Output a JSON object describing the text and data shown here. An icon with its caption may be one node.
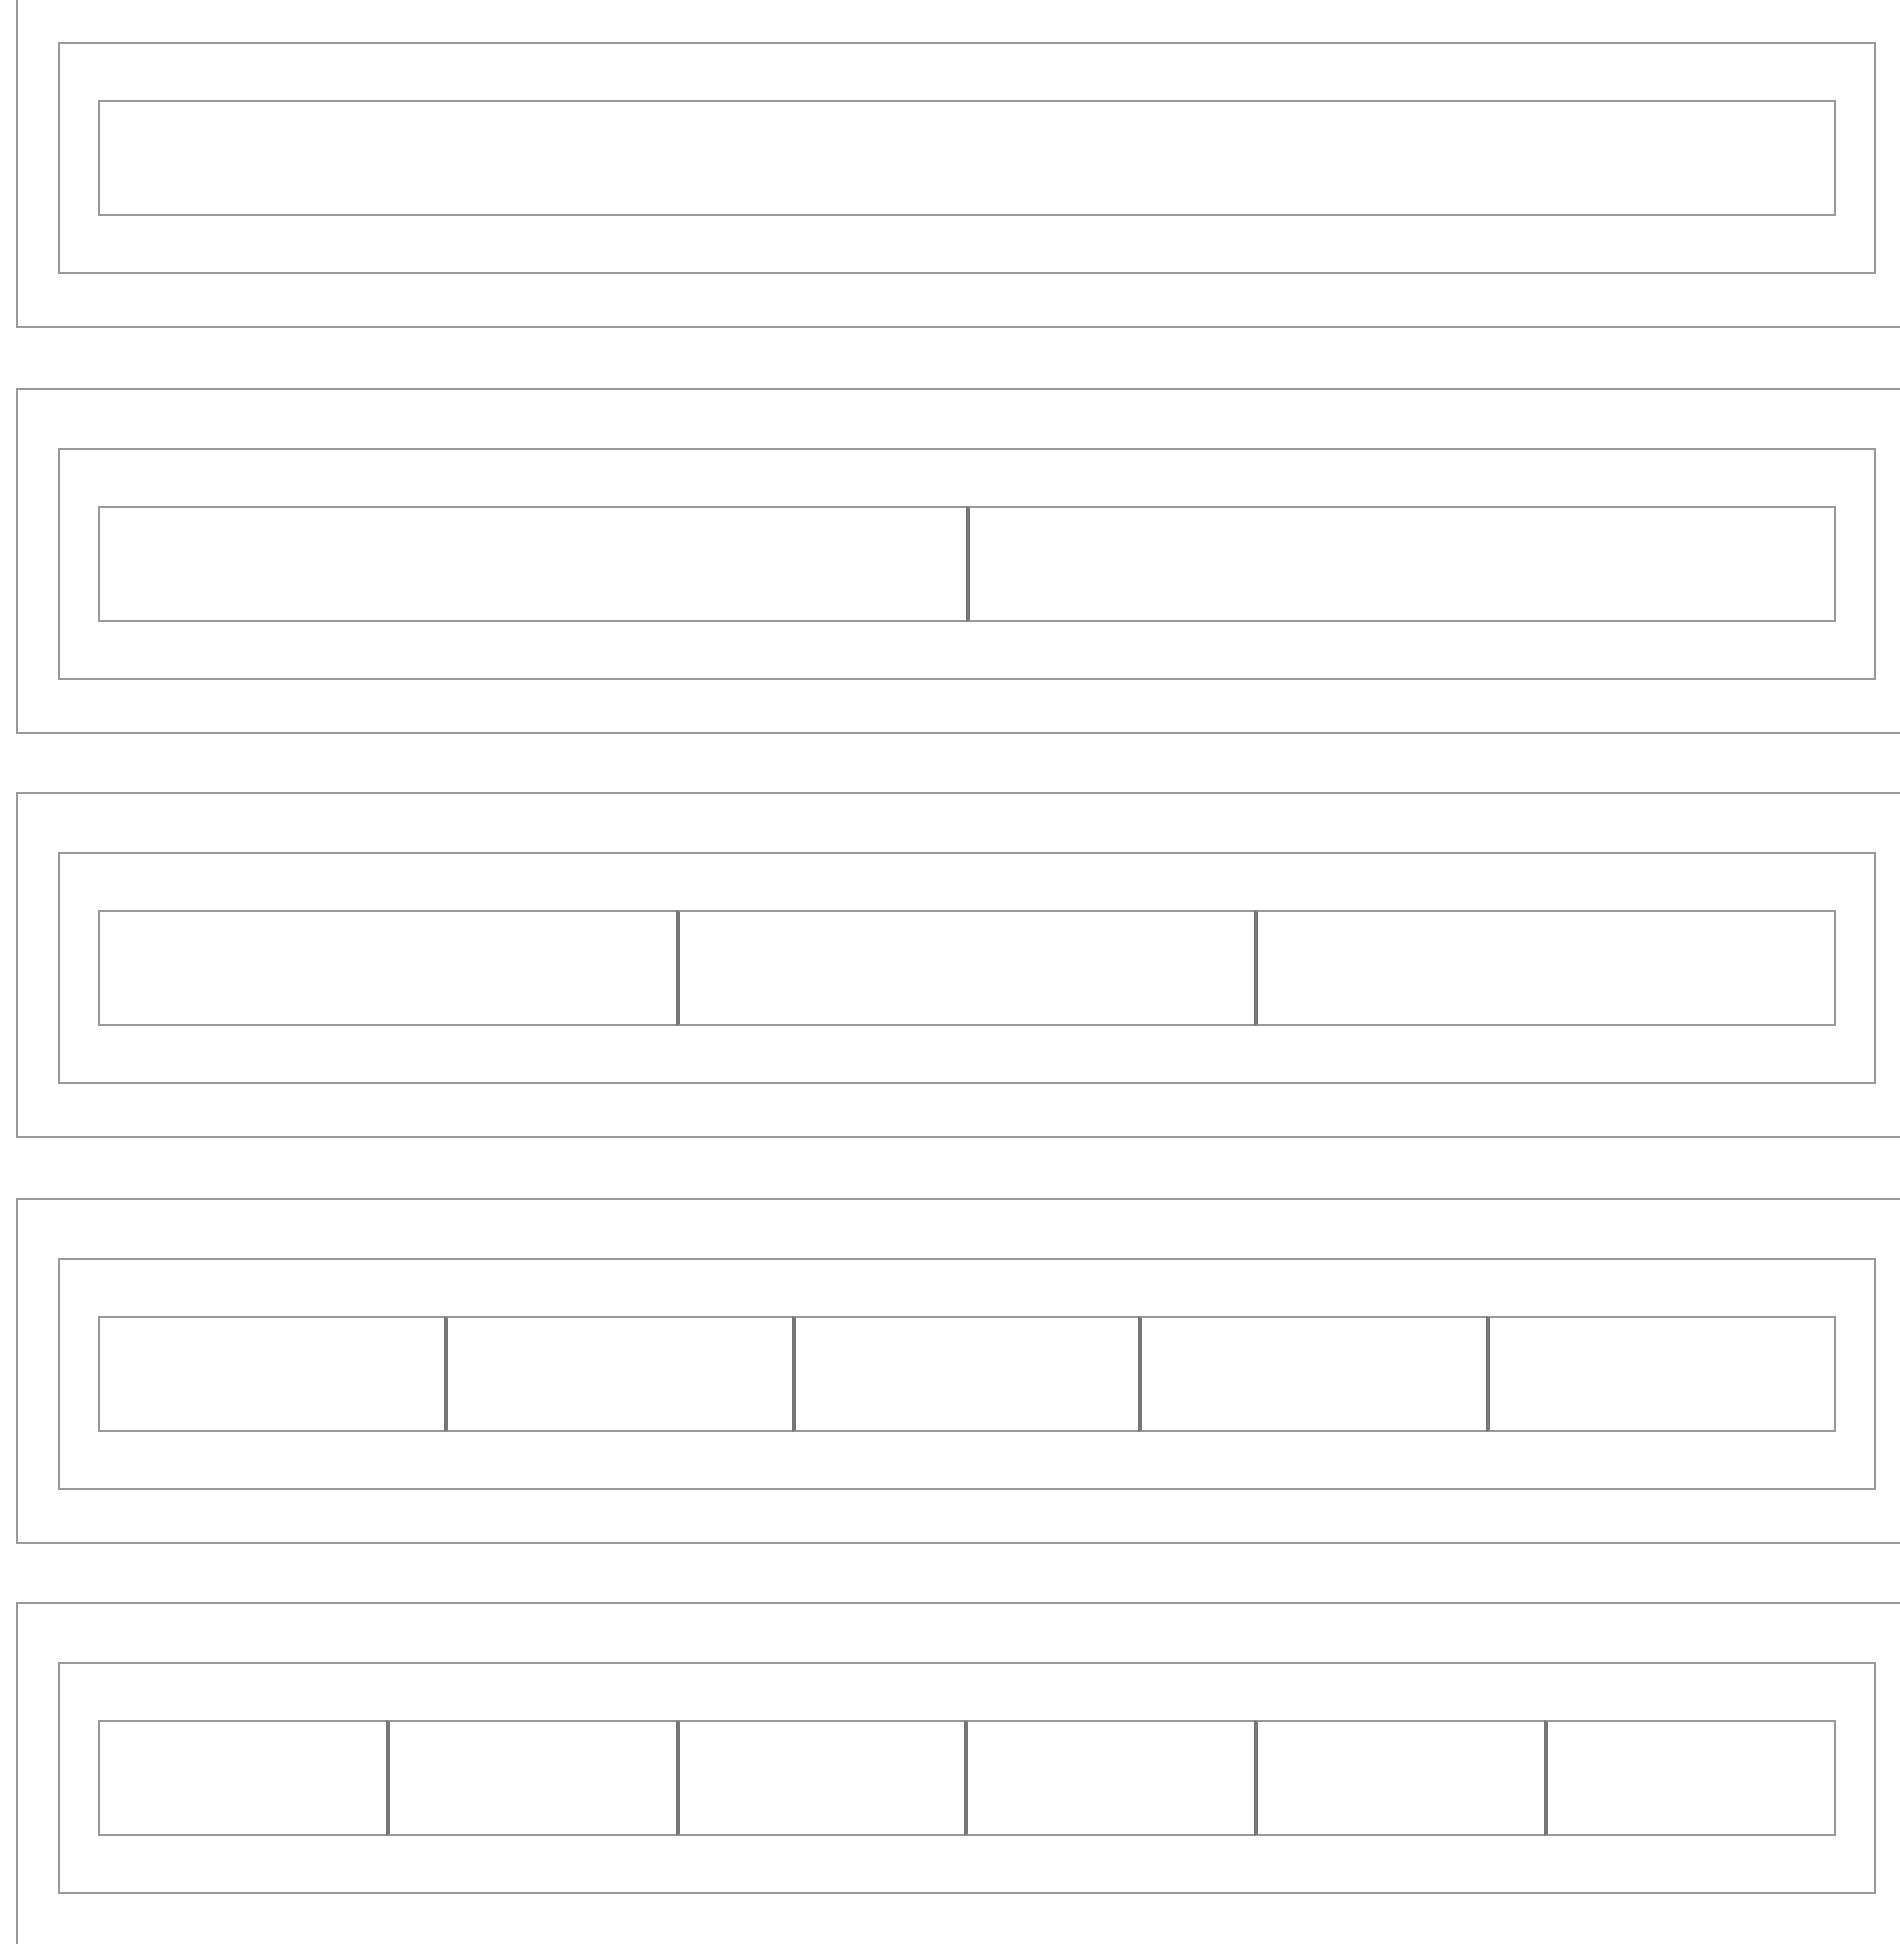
{
  "diagram": {
    "nodes": [
      {
        "text": [],
        "shape": "box"
      },
      {
        "text": [],
        "shape": "box",
        "in": 0
      },
      {
        "text": [],
        "shape": "box",
        "in": 1
      },
      {
        "text": [],
        "shape": "box"
      },
      {
        "text": [],
        "shape": "box",
        "in": 3
      },
      {
        "text": [],
        "shape": "box",
        "in": 4
      },
      {
        "text": [],
        "shape": "box",
        "in": 4
      },
      {
        "text": [],
        "shape": "box"
      },
      {
        "text": [],
        "shape": "box",
        "in": 7
      },
      {
        "text": [],
        "shape": "box",
        "in": 8
      },
      {
        "text": [],
        "shape": "box",
        "in": 8
      },
      {
        "text": [],
        "shape": "box",
        "in": 8
      },
      {
        "text": [],
        "shape": "box"
      },
      {
        "text": [],
        "shape": "box",
        "in": 12
      },
      {
        "text": [],
        "shape": "box",
        "in": 13
      },
      {
        "text": [],
        "shape": "box",
        "in": 13
      },
      {
        "text": [],
        "shape": "box",
        "in": 13
      },
      {
        "text": [],
        "shape": "box",
        "in": 13
      },
      {
        "text": [],
        "shape": "box",
        "in": 13
      },
      {
        "text": [],
        "shape": "box"
      },
      {
        "text": [],
        "shape": "box",
        "in": 19
      },
      {
        "text": [],
        "shape": "box",
        "in": 20
      },
      {
        "text": [],
        "shape": "box",
        "in": 20
      },
      {
        "text": [],
        "shape": "box",
        "in": 20
      },
      {
        "text": [],
        "shape": "box",
        "in": 20
      },
      {
        "text": [],
        "shape": "box",
        "in": 20
      },
      {
        "text": [],
        "shape": "box",
        "in": 20
      }
    ]
  }
}
